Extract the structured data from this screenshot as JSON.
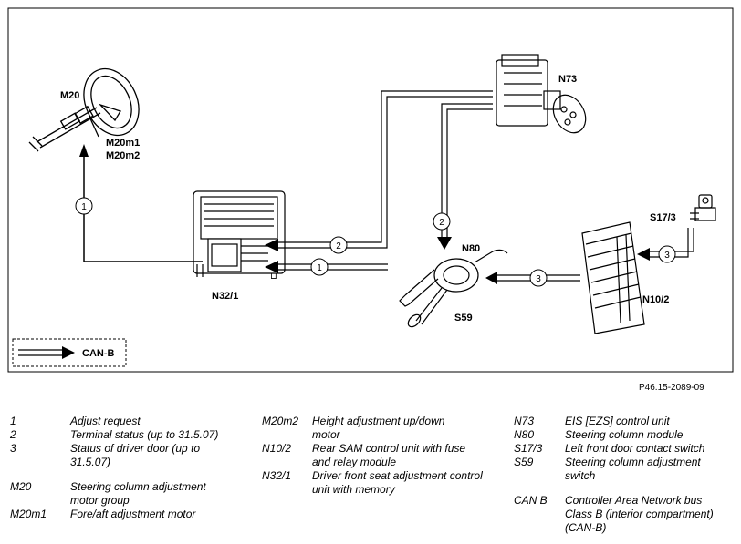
{
  "diagram": {
    "labels": {
      "m20": "M20",
      "m20m1": "M20m1",
      "m20m2": "M20m2",
      "n32_1": "N32/1",
      "n73": "N73",
      "n80": "N80",
      "s59": "S59",
      "s17_3": "S17/3",
      "n10_2": "N10/2",
      "canb_legend": "CAN-B",
      "small_mark": "⊔"
    },
    "signal_numbers": {
      "one_vertical": "1",
      "one_horizontal": "1",
      "two_horizontal": "2",
      "two_vertical": "2",
      "three_left": "3",
      "three_right": "3"
    },
    "reference": "P46.15-2089-09"
  },
  "legend": {
    "col1": [
      {
        "code": "1",
        "desc": "Adjust request"
      },
      {
        "code": "2",
        "desc": "Terminal status (up to 31.5.07)"
      },
      {
        "code": "3",
        "desc": "Status of driver door (up to 31.5.07)"
      },
      {
        "code": "M20",
        "desc": "Steering column adjustment motor group"
      },
      {
        "code": "M20m1",
        "desc": "Fore/aft adjustment motor"
      }
    ],
    "col2": [
      {
        "code": "M20m2",
        "desc": "Height adjustment up/down motor"
      },
      {
        "code": "N10/2",
        "desc": "Rear SAM control unit with fuse and relay module"
      },
      {
        "code": "N32/1",
        "desc": "Driver front seat adjustment control unit with memory"
      }
    ],
    "col3": [
      {
        "code": "N73",
        "desc": "EIS [EZS] control unit"
      },
      {
        "code": "N80",
        "desc": "Steering column module"
      },
      {
        "code": "S17/3",
        "desc": "Left front door contact switch"
      },
      {
        "code": "S59",
        "desc": "Steering column adjustment switch"
      },
      {
        "code": "CAN B",
        "desc": "Controller Area Network bus Class B (interior compartment) (CAN-B)"
      }
    ]
  }
}
